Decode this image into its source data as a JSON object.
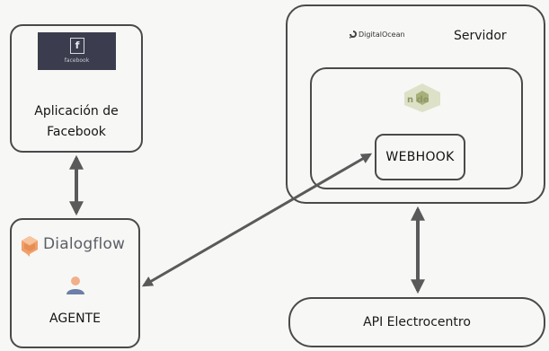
{
  "facebook_app": {
    "logo_glyph": "f",
    "logo_wordmark": "facebook",
    "line1": "Aplicación de",
    "line2": "Facebook"
  },
  "dialogflow": {
    "brand": "Dialogflow",
    "agent_label": "AGENTE"
  },
  "server": {
    "provider": "DigitalOcean",
    "label": "Servidor",
    "runtime_glyph": "n  de",
    "webhook_label": "WEBHOOK"
  },
  "api": {
    "label": "API Electrocentro"
  },
  "colors": {
    "border": "#4a4a4a",
    "arrow": "#5a5a5a",
    "node_green": "#b7bf8c",
    "dialogflow_orange": "#f0a06a",
    "background": "#f7f7f5"
  }
}
